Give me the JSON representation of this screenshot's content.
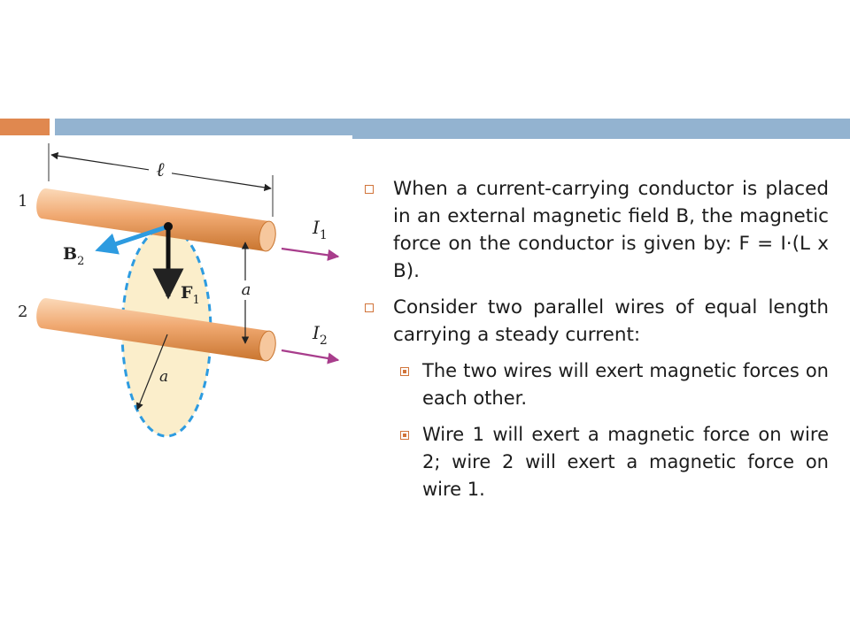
{
  "colors": {
    "accent_orange": "#e0884f",
    "accent_blue": "#93b3d0",
    "bullet": "#d1743a"
  },
  "figure": {
    "label_length": "ℓ",
    "wire1_label": "1",
    "wire2_label": "2",
    "current1": {
      "sym": "I",
      "sub": "1"
    },
    "current2": {
      "sym": "I",
      "sub": "2"
    },
    "field": {
      "sym": "B",
      "sub": "2"
    },
    "force": {
      "sym": "F",
      "sub": "1"
    },
    "separation": "a",
    "radius": "a"
  },
  "bullets": [
    {
      "text": "When a current-carrying conductor is placed in an external magnetic field B, the magnetic force on the conductor is given by:  F = I·(L x B)."
    },
    {
      "text": "Consider two parallel wires of equal length carrying a steady current:",
      "sub": [
        {
          "text": "The two wires will exert magnetic forces on each other."
        },
        {
          "text": "Wire 1 will exert a magnetic force on wire 2; wire 2 will exert a magnetic force on wire 1."
        }
      ]
    }
  ]
}
